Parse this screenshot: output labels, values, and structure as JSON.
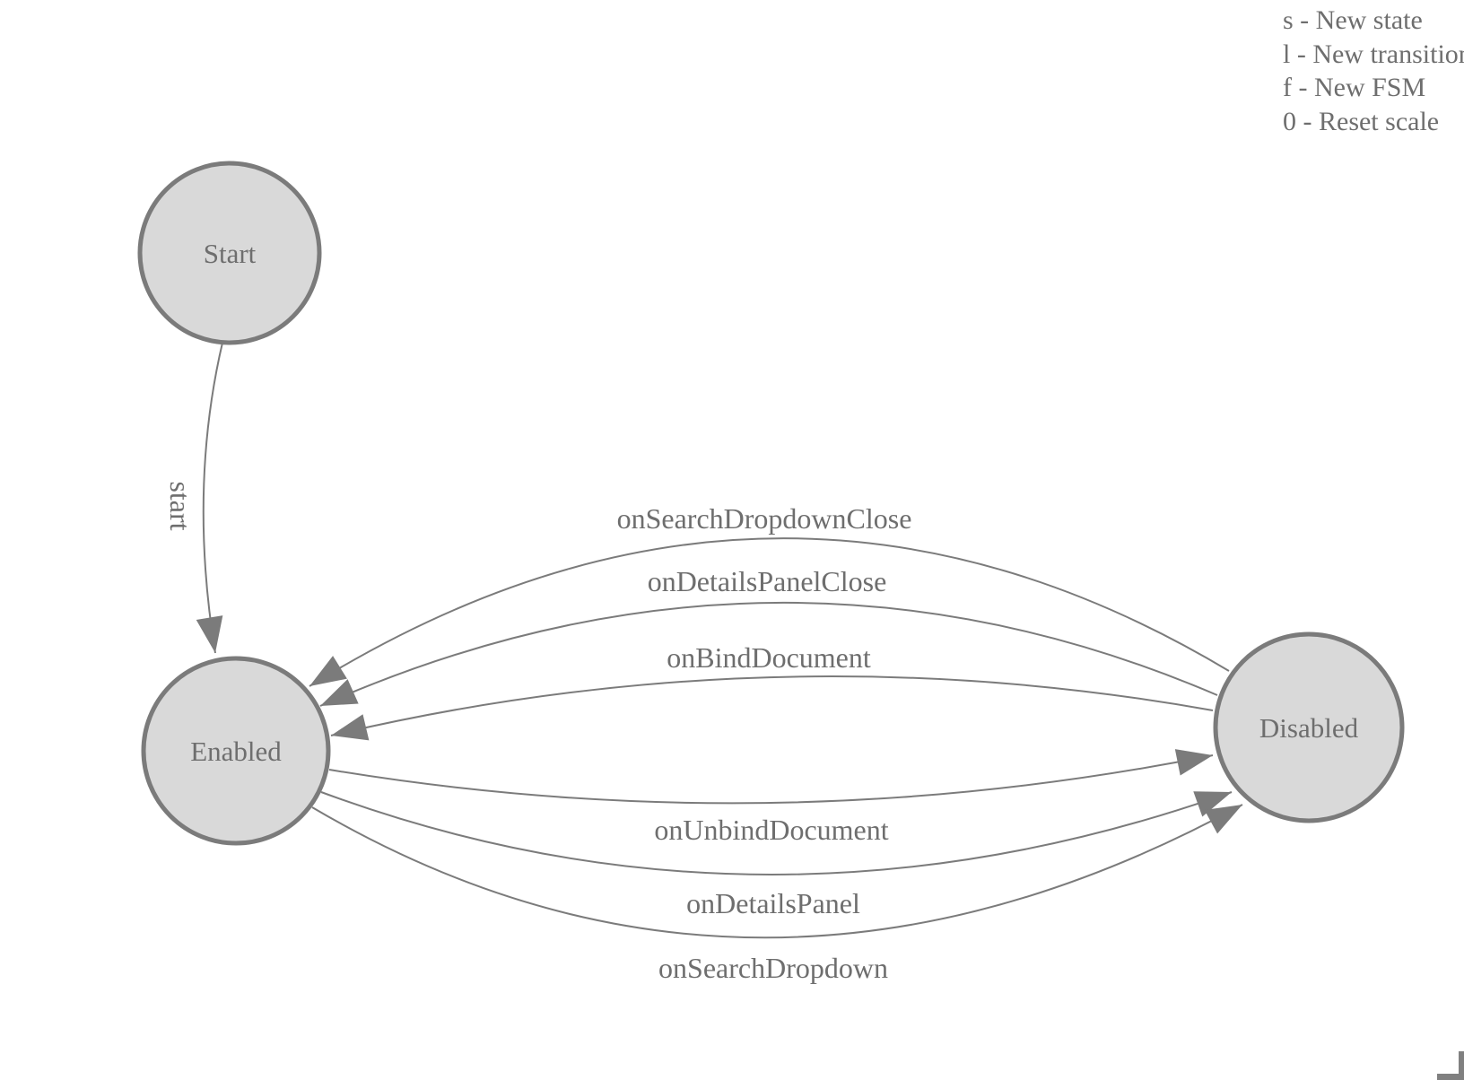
{
  "legend": {
    "items": [
      {
        "label": "s - New state"
      },
      {
        "label": "l - New transition"
      },
      {
        "label": "f - New FSM"
      },
      {
        "label": "0 - Reset scale"
      }
    ]
  },
  "diagram": {
    "states": [
      {
        "name": "Start"
      },
      {
        "name": "Enabled"
      },
      {
        "name": "Disabled"
      }
    ],
    "transitions": [
      {
        "label": "start",
        "from": "Start",
        "to": "Enabled"
      },
      {
        "label": "onSearchDropdownClose",
        "from": "Disabled",
        "to": "Enabled"
      },
      {
        "label": "onDetailsPanelClose",
        "from": "Disabled",
        "to": "Enabled"
      },
      {
        "label": "onBindDocument",
        "from": "Disabled",
        "to": "Enabled"
      },
      {
        "label": "onUnbindDocument",
        "from": "Enabled",
        "to": "Disabled"
      },
      {
        "label": "onDetailsPanel",
        "from": "Enabled",
        "to": "Disabled"
      },
      {
        "label": "onSearchDropdown",
        "from": "Enabled",
        "to": "Disabled"
      }
    ]
  },
  "colors": {
    "state_fill": "#d9d9d9",
    "state_stroke": "#7b7b7b",
    "edge_stroke": "#7b7b7b",
    "text": "#6e6e6e"
  }
}
